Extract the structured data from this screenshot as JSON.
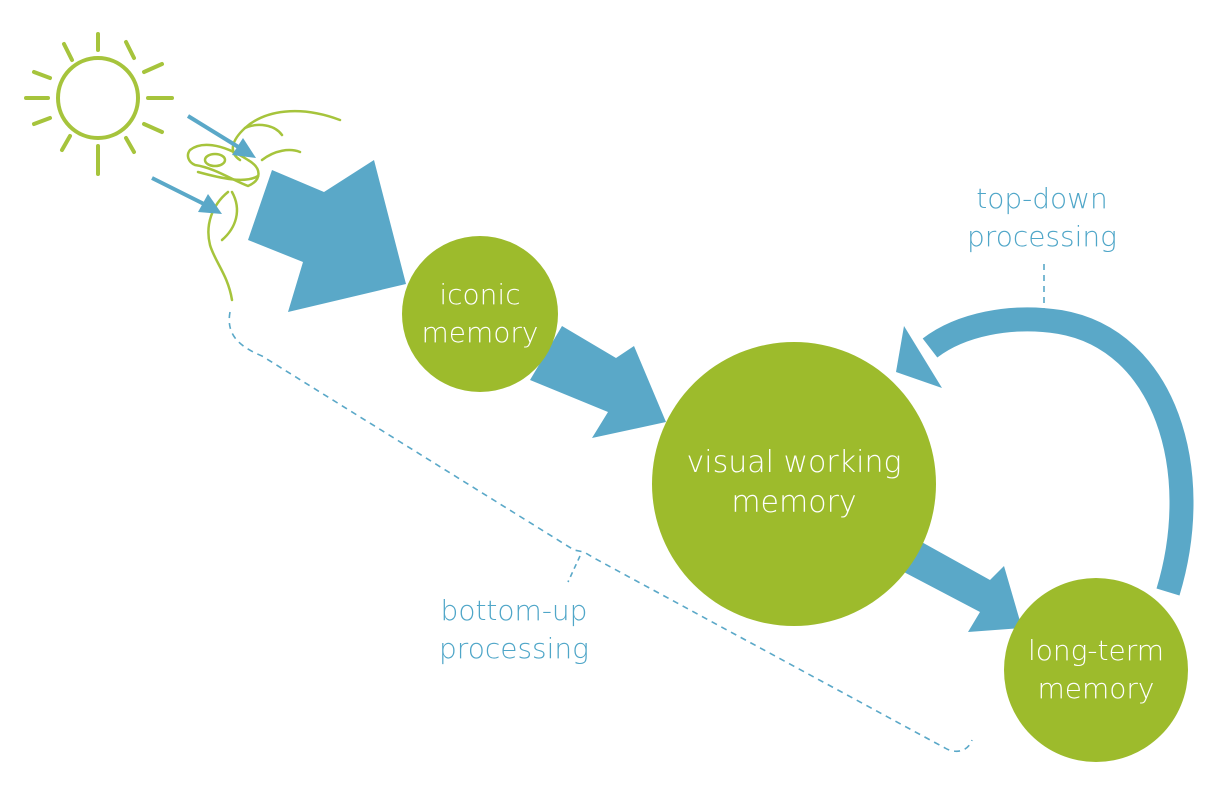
{
  "diagram": {
    "nodes": {
      "iconic": {
        "line1": "iconic",
        "line2": "memory"
      },
      "visual_working": {
        "line1": "visual working",
        "line2": "memory"
      },
      "long_term": {
        "line1": "long-term",
        "line2": "memory"
      }
    },
    "processes": {
      "top_down": {
        "line1": "top-down",
        "line2": "processing"
      },
      "bottom_up": {
        "line1": "bottom-up",
        "line2": "processing"
      }
    },
    "icons": [
      "sun-icon",
      "eye-icon"
    ],
    "colors": {
      "node_green": "#9dbb2c",
      "arrow_blue": "#5aa8c8",
      "text_blue": "#4fa6c8",
      "sun_green": "#a6c43c"
    }
  }
}
